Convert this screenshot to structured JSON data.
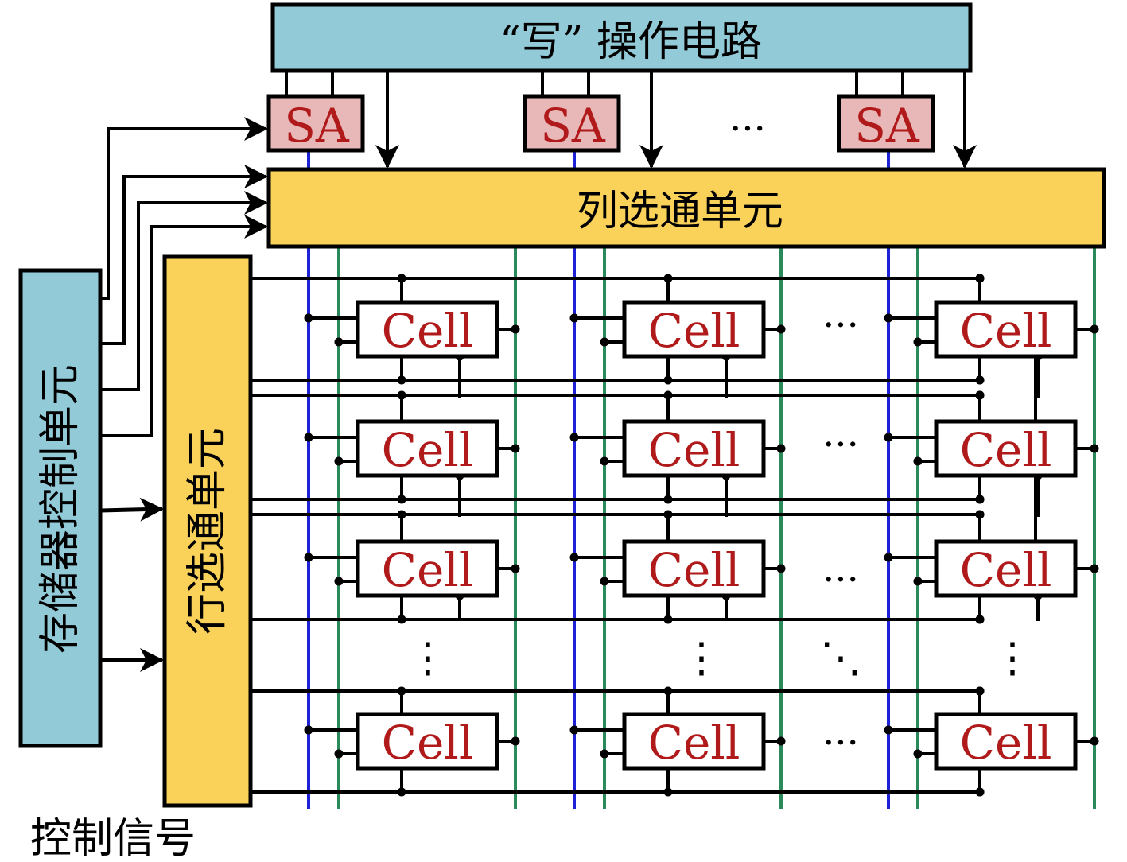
{
  "blocks": {
    "write_circuit": "“写” 操作电路",
    "column_select": "列选通单元",
    "row_select": "行选通单元",
    "memory_control": "存储器控制单元",
    "sense_amp": "SA",
    "cell": "Cell",
    "control_signal": "控制信号"
  },
  "ellipsis": {
    "horizontal": "···",
    "vertical": "⋮",
    "diagonal": "⋱"
  },
  "colors": {
    "write_circuit_fill": "#92cad8",
    "column_select_fill": "#fad25a",
    "row_select_fill": "#fad25a",
    "memory_control_fill": "#92cad8",
    "sense_amp_fill": "#e8b7b7",
    "sense_amp_text": "#b01a1a",
    "cell_text": "#b01a1a",
    "bit_line": "#1e22d6",
    "source_line": "#2a8a5c",
    "wire": "#000000"
  }
}
